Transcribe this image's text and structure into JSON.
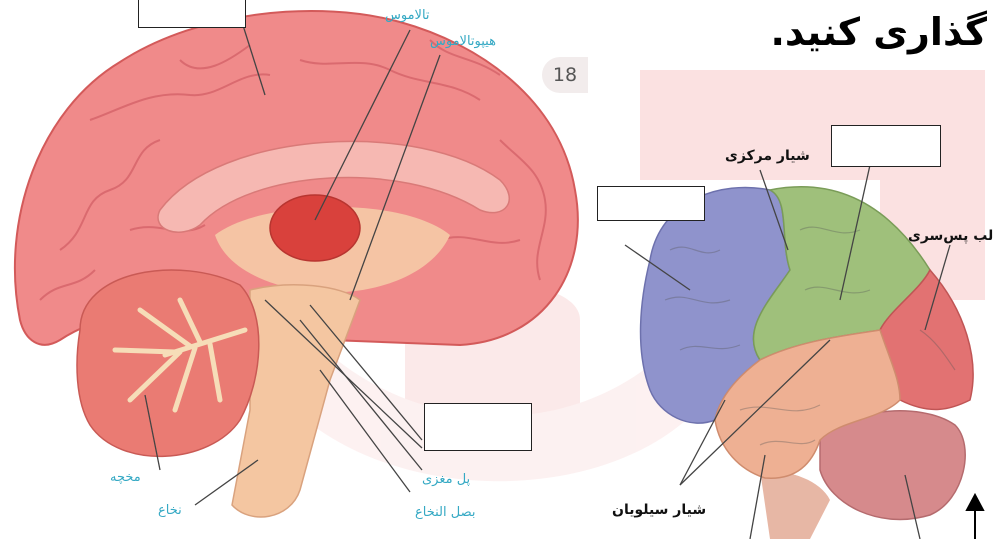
{
  "title": "گذاری کنید.",
  "page_number": "18",
  "sagittal_labels": {
    "thalamus": "تالاموس",
    "hypothalamus": "هیپوتالاموس",
    "cerebellum": "مخچه",
    "spinal_cord": "نخاع",
    "pons": "پل مغزی",
    "medulla": "بصل النخاع"
  },
  "lateral_labels": {
    "central_sulcus": "شیار مرکزی",
    "occipital_lobe": "لب پس‌سری",
    "sylvian_fissure": "شیار سیلویان"
  },
  "colors": {
    "cerebrum": "#f08a8a",
    "frontal_lobe": "#8f93cc",
    "parietal_lobe": "#9fc07b",
    "occipital_lobe": "#e27272",
    "temporal_lobe": "#eeb093",
    "brainstem": "#f4c6a1",
    "label_cyan": "#35a9c4"
  }
}
